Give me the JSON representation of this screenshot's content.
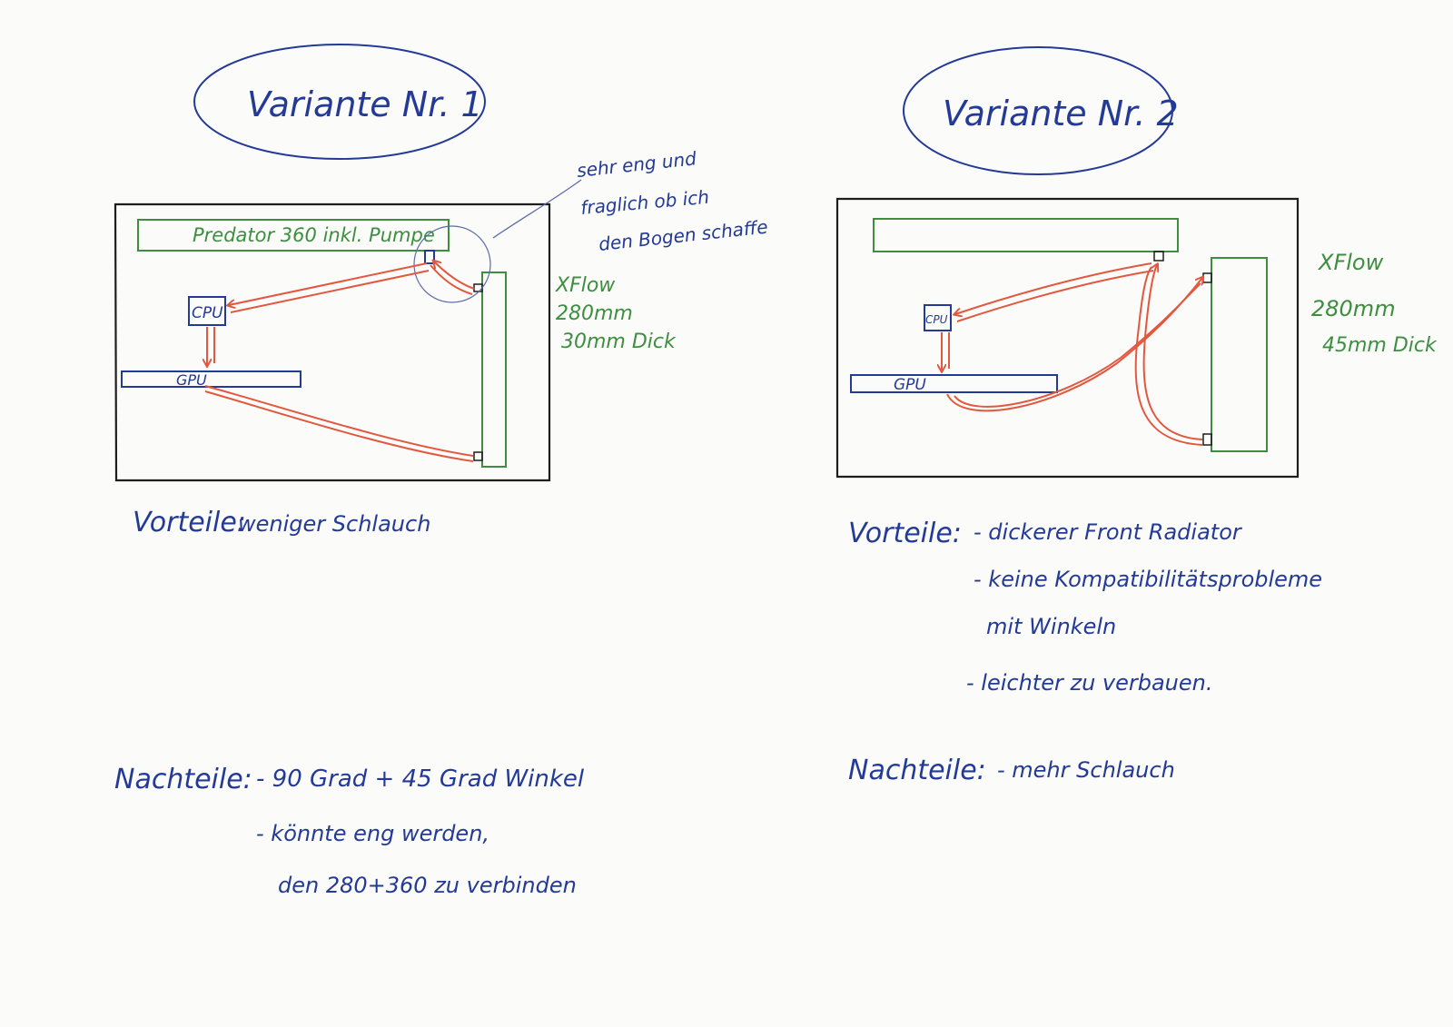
{
  "colors": {
    "paper": "#fbfbfa",
    "blue_ink": "#233a96",
    "green_ink": "#3d8f3f",
    "red_ink": "#e2583f",
    "black_ink": "#1e1e1e",
    "circle_ink": "#5c6aa8"
  },
  "variant1": {
    "title": "Variante Nr. 1",
    "radiator_label": "Predator 360 inkl. Pumpe",
    "cpu_label": "CPU",
    "gpu_label": "GPU",
    "front_radiator": {
      "line1": "XFlow",
      "line2": "280mm",
      "line3": "30mm Dick"
    },
    "annotation": {
      "line1": "sehr eng und",
      "line2": "fraglich ob ich",
      "line3": "den Bogen schaffe"
    },
    "pros_heading": "Vorteile:",
    "pros": [
      "weniger Schlauch"
    ],
    "cons_heading": "Nachteile:",
    "cons": [
      "- 90 Grad + 45 Grad Winkel",
      "- könnte eng werden,",
      "den 280+360 zu verbinden"
    ]
  },
  "variant2": {
    "title": "Variante Nr. 2",
    "cpu_label": "CPU",
    "gpu_label": "GPU",
    "front_radiator": {
      "line1": "XFlow",
      "line2": "280mm",
      "line3": "45mm Dick"
    },
    "pros_heading": "Vorteile:",
    "pros": [
      "- dickerer Front Radiator",
      "- keine Kompatibilitätsprobleme",
      "mit Winkeln",
      "- leichter zu verbauen."
    ],
    "cons_heading": "Nachteile:",
    "cons": [
      "- mehr Schlauch"
    ]
  }
}
